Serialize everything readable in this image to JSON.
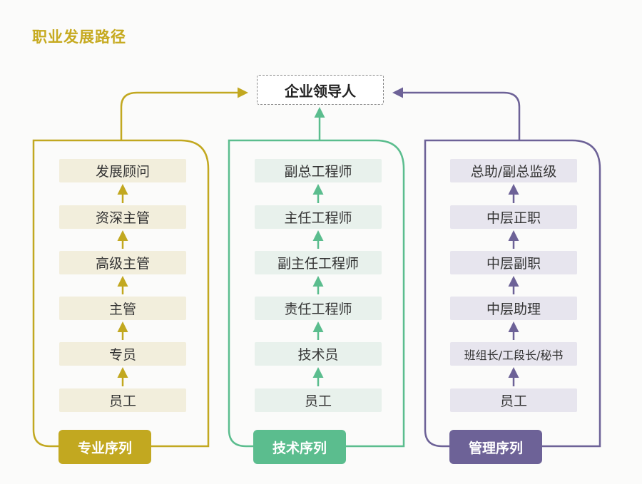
{
  "title": "职业发展路径",
  "top": {
    "label": "企业领导人"
  },
  "colors": {
    "professional": "#c2a820",
    "technical": "#5bbd8e",
    "management": "#6d6297"
  },
  "tracks": [
    {
      "key": "professional",
      "name": "专业序列",
      "levels": [
        "发展顾问",
        "资深主管",
        "高级主管",
        "主管",
        "专员",
        "员工"
      ]
    },
    {
      "key": "technical",
      "name": "技术序列",
      "levels": [
        "副总工程师",
        "主任工程师",
        "副主任工程师",
        "责任工程师",
        "技术员",
        "员工"
      ]
    },
    {
      "key": "management",
      "name": "管理序列",
      "levels": [
        "总助/副总监级",
        "中层正职",
        "中层副职",
        "中层助理",
        "班组长/工段长/秘书",
        "员工"
      ]
    }
  ]
}
